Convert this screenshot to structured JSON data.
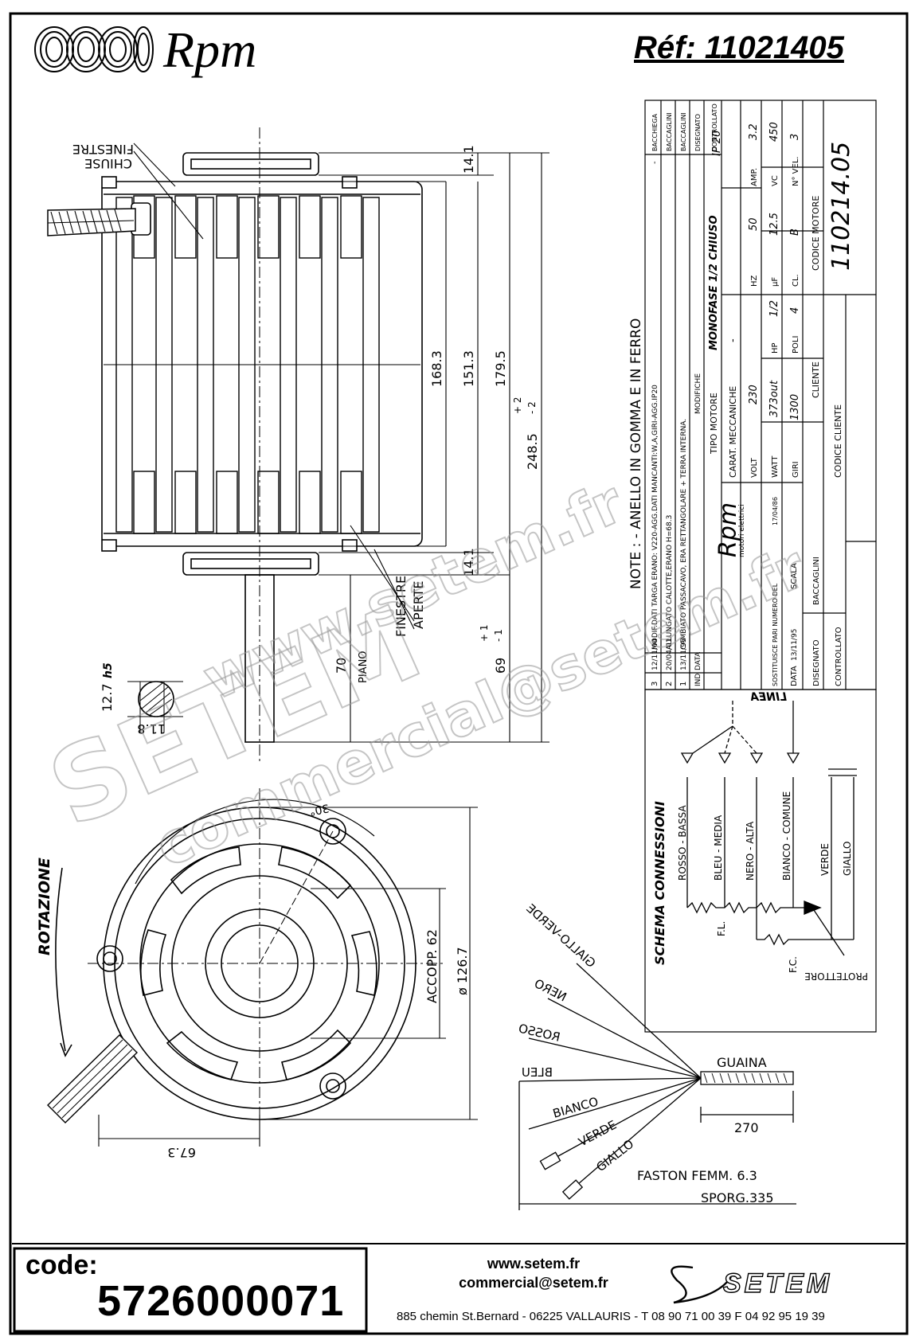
{
  "header": {
    "brand": "Rpm",
    "reference": "Réf:  11021405"
  },
  "drawing": {
    "labels": {
      "finestre_chiuse": [
        "FINESTRE",
        "CHIUSE"
      ],
      "finestre_aperte": [
        "FINESTRE",
        "APERTE"
      ],
      "piano": "PIANO",
      "h5": "h5",
      "rotazione": "ROTAZIONE",
      "accopp": "ACCOPP. 62",
      "diameter": "ø 126.7",
      "angle": "30°"
    },
    "dimensions": {
      "d_14_1_top": "14.1",
      "d_168_3": "168.3",
      "d_151_3": "151.3",
      "d_179_5": "179.5",
      "d_248_5": "248.5",
      "tol_248_plus": "+ 2",
      "tol_248_minus": "- 2",
      "d_14_1_bottom": "14.1",
      "d_70": "70",
      "d_69": "69",
      "tol_69_plus": "+ 1",
      "tol_69_minus": "- 1",
      "d_12_7": "12.7",
      "d_11_8": "11.8",
      "d_67_3": "67.3",
      "d_270": "270"
    },
    "wires": {
      "guaina": "GUAINA",
      "giallo_verde": "GIALLO-VERDE",
      "nero": "NERO",
      "rosso": "ROSSO",
      "bleu": "BLEU",
      "bianco": "BIANCO",
      "verde": "VERDE",
      "giallo": "GIALLO",
      "faston": "FASTON FEMM. 6.3",
      "sporg": "SPORG.335"
    },
    "note": "NOTE : - ANELLO IN GOMMA E IN FERRO"
  },
  "schema": {
    "title": "SCHEMA CONNESSIONI",
    "linea": "LINEA",
    "wires": [
      "ROSSO - BASSA",
      "BLEU - MEDIA",
      "NERO - ALTA",
      "BIANCO - COMUNE",
      "VERDE",
      "GIALLO"
    ],
    "fl": "F.L.",
    "fc": "F.C.",
    "protettore": "PROTETTORE"
  },
  "title_block": {
    "revisions": [
      {
        "ind": "3",
        "date": "12/11/04",
        "text": "MODIF.DATI TARGA ERANO: V220-AGG.DATI MANCANTI:W,A,GIRI-AGG.IP20",
        "drawn": "BACCHIEGA"
      },
      {
        "ind": "2",
        "date": "20/04/01",
        "text": "ALLUNGATO CALOTTE,ERANO H=68.3",
        "drawn": "BACCAGLINI"
      },
      {
        "ind": "1",
        "date": "13/11/95",
        "text": "CAMBIATO PASSACAVO, ERA RETTANGOLARE + TERRA INTERNA.",
        "drawn": "BACCAGLINI"
      }
    ],
    "headers": {
      "ind": "IND",
      "data": "DATA",
      "modifiche": "MODIFICHE",
      "disegnato": "DISEGNATO",
      "controllato": "CONTROLLATO"
    },
    "tipo_motore_label": "TIPO MOTORE",
    "tipo_motore": "MONOFASE 1/2 CHIUSO",
    "ip": "IP 20",
    "carat_label": "CARAT. MECCANICHE",
    "carat_value": "-",
    "electrical": [
      {
        "label": "VOLT",
        "value": "230",
        "label2": "HZ",
        "value2": "50",
        "label3": "AMP.",
        "value3": "3.2"
      },
      {
        "label": "WATT",
        "value": "373out",
        "label2": "HP",
        "value2": "1/2",
        "label3": "µF",
        "value3": "12.5",
        "label4": "VC",
        "value4": "450"
      },
      {
        "label": "GIRI",
        "value": "1300",
        "label2": "POLI",
        "value2": "4",
        "label3": "CL.",
        "value3": "B",
        "label4": "N° VEL.",
        "value4": "3"
      }
    ],
    "cliente_label": "CLIENTE",
    "codice_motore_label": "CODICE MOTORE",
    "codice_motore": "110214.05",
    "codice_cliente_label": "CODICE CLIENTE",
    "logo_text": "Rpm",
    "logo_sub": "motori elettrici",
    "sostituisce": "SOSTITUISCE PARI NUMERO DEL",
    "sostituisce_date": "17/04/86",
    "data_label": "DATA",
    "data_value": "13/11/95",
    "scala_label": "SCALA",
    "disegnato_label": "DISEGNATO",
    "disegnato_value": "BACCAGLINI",
    "controllato_label": "CONTROLLATO",
    "dash": "-"
  },
  "watermark": {
    "url": "www.setem.fr",
    "brand": "SETEM",
    "email": "commercial@setem.fr"
  },
  "footer": {
    "code_label": "code:",
    "code_value": "5726000071",
    "website": "www.setem.fr",
    "email": "commercial@setem.fr",
    "address": "885 chemin St.Bernard  -  06225 VALLAURIS  -  T 08 90 71 00 39   F 04 92 95 19 39",
    "logo": "SETEM"
  }
}
